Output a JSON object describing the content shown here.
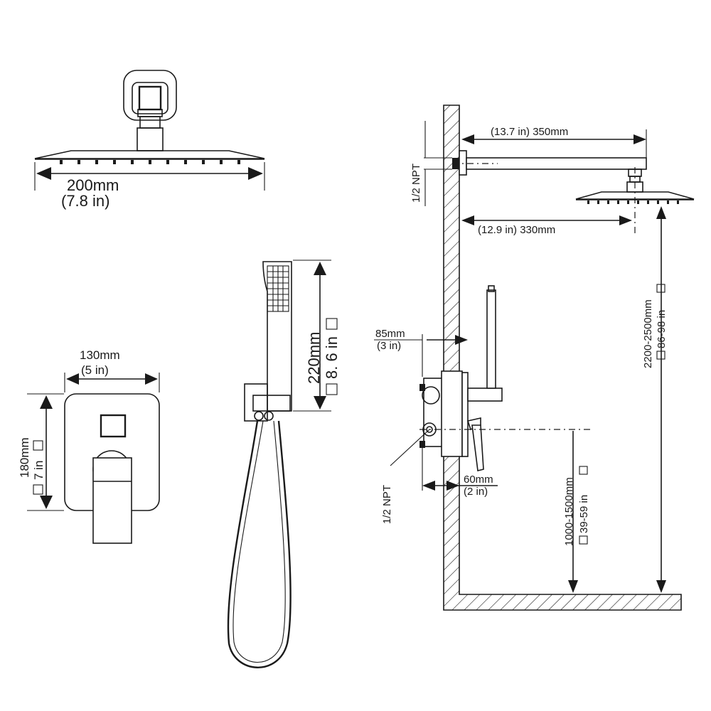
{
  "rain_head": {
    "width_mm": "200mm",
    "width_in": "(7.8  in)"
  },
  "valve_plate": {
    "width_mm": "130mm",
    "width_in": "(5 in)",
    "height_mm": "180mm",
    "height_in": "7 in"
  },
  "hand_shower": {
    "length_mm": "220mm",
    "length_in": "8. 6  in"
  },
  "install": {
    "arm_total": "(13.7 in) 350mm",
    "arm_to_head": "(12.9 in) 330mm",
    "npt_top": "1/2 NPT",
    "npt_valve": "1/2 NPT",
    "recess_depth_mm": "85mm",
    "recess_depth_in": "(3 in)",
    "valve_offset_mm": "60mm",
    "valve_offset_in": "(2 in)",
    "head_height_mm": "2200-2500mm",
    "head_height_in": "86-98  in",
    "valve_height_mm": "1000-1500mm",
    "valve_height_in": "39-59  in"
  }
}
